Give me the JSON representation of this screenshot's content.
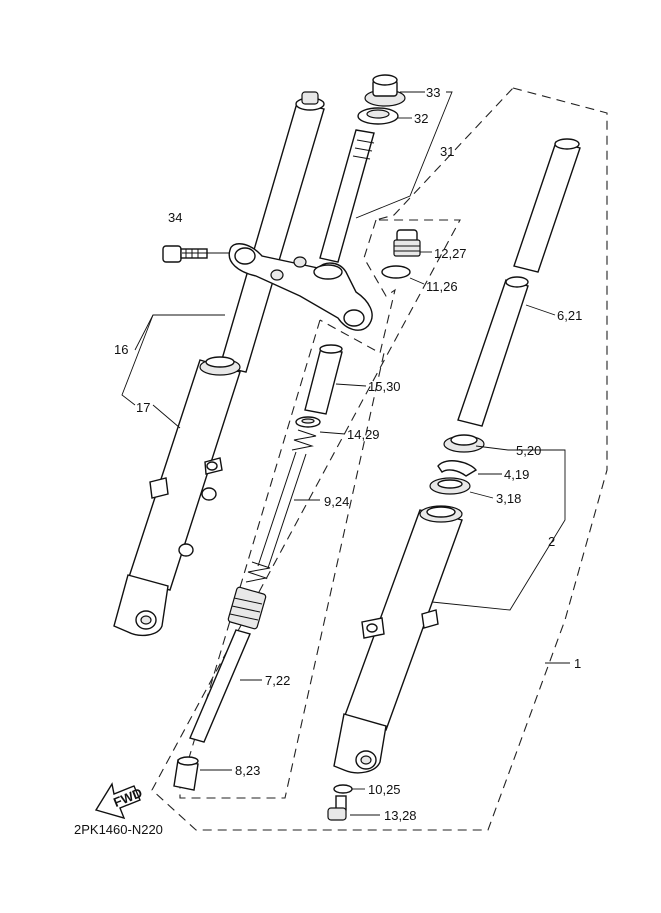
{
  "callouts": [
    {
      "id": "c33",
      "text": "33"
    },
    {
      "id": "c32",
      "text": "32"
    },
    {
      "id": "c31",
      "text": "31"
    },
    {
      "id": "c34",
      "text": "34"
    },
    {
      "id": "c12_27",
      "text": "12,27"
    },
    {
      "id": "c11_26",
      "text": "11,26"
    },
    {
      "id": "c6_21",
      "text": "6,21"
    },
    {
      "id": "c16",
      "text": "16"
    },
    {
      "id": "c17",
      "text": "17"
    },
    {
      "id": "c15_30",
      "text": "15,30"
    },
    {
      "id": "c14_29",
      "text": "14,29"
    },
    {
      "id": "c5_20",
      "text": "5,20"
    },
    {
      "id": "c4_19",
      "text": "4,19"
    },
    {
      "id": "c3_18",
      "text": "3,18"
    },
    {
      "id": "c9_24",
      "text": "9,24"
    },
    {
      "id": "c2",
      "text": "2"
    },
    {
      "id": "c1",
      "text": "1"
    },
    {
      "id": "c7_22",
      "text": "7,22"
    },
    {
      "id": "c8_23",
      "text": "8,23"
    },
    {
      "id": "c10_25",
      "text": "10,25"
    },
    {
      "id": "c13_28",
      "text": "13,28"
    }
  ],
  "fwd_label": "FWD",
  "diagram_code": "2PK1460-N220"
}
